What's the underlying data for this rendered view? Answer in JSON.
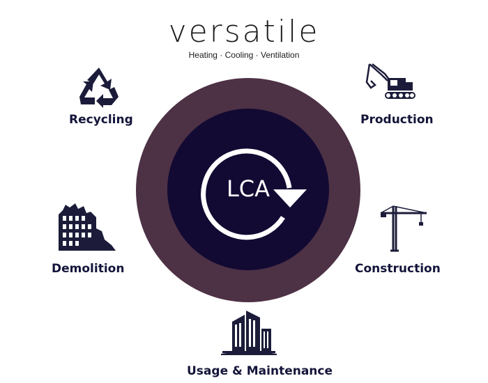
{
  "logo": {
    "wordmark": "versatile",
    "tagline": "Heating · Cooling · Ventilation"
  },
  "center": {
    "label": "LCA"
  },
  "stages": {
    "production": {
      "label": "Production",
      "icon": "excavator-icon"
    },
    "construction": {
      "label": "Construction",
      "icon": "crane-icon"
    },
    "usage": {
      "label": "Usage & Maintenance",
      "icon": "building-icon"
    },
    "demolition": {
      "label": "Demolition",
      "icon": "demolished-building-icon"
    },
    "recycling": {
      "label": "Recycling",
      "icon": "recycle-icon"
    }
  },
  "colors": {
    "outer_ring": "#4d3145",
    "inner_circle": "#120a33",
    "text_dark": "#14143a",
    "icon_dark": "#1c1c3a"
  }
}
